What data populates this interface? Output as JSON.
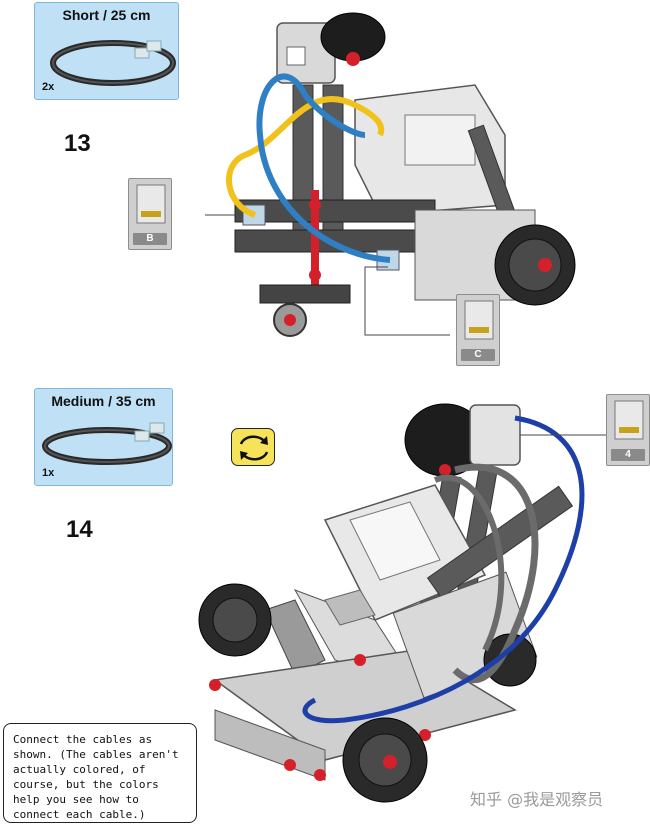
{
  "step13": {
    "number": "13",
    "cable": {
      "title": "Short / 25 cm",
      "qty": "2x"
    },
    "ports": {
      "left": "B",
      "right": "C"
    }
  },
  "step14": {
    "number": "14",
    "cable": {
      "title": "Medium / 35 cm",
      "qty": "1x"
    },
    "port": "4",
    "rotate_icon": "rotate-arrows-icon"
  },
  "note": "Connect the cables as shown. (The cables aren't actually colored, of course, but the colors help you see how to connect each cable.)",
  "watermark": "知乎 @我是观察员",
  "colors": {
    "cable_box_bg": "#bfe0f5",
    "cable_yellow": "#f1c21b",
    "cable_blue_light": "#2f7fc4",
    "cable_blue_dark": "#1f3fa8",
    "lego_red": "#d4202a",
    "rotate_icon_bg": "#f6e35a"
  }
}
